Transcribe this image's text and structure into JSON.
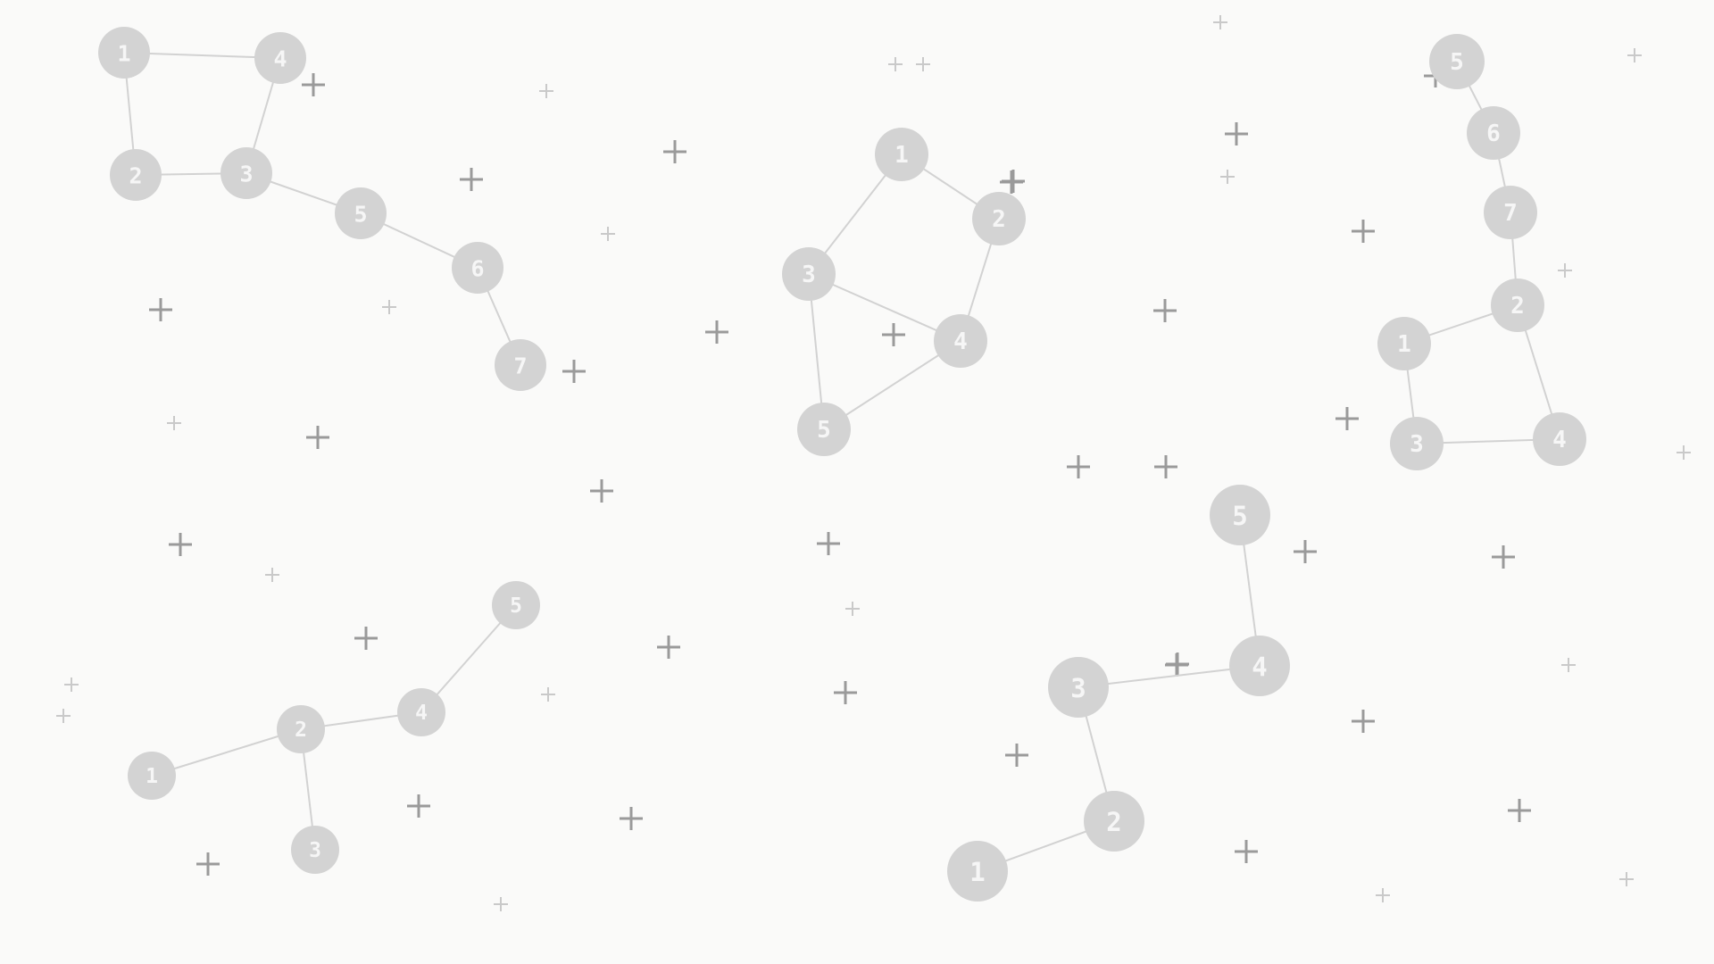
{
  "colors": {
    "background": "#fafaf9",
    "node": "#d3d3d3",
    "node_label": "#f6f6f6",
    "edge": "#d2d2d2",
    "star_dark": "#9a9a9a",
    "star_light": "#c9c9c9"
  },
  "constellations": [
    {
      "id": "top-left",
      "nodes": [
        {
          "label": "1"
        },
        {
          "label": "4"
        },
        {
          "label": "2"
        },
        {
          "label": "3"
        },
        {
          "label": "5"
        },
        {
          "label": "6"
        },
        {
          "label": "7"
        }
      ],
      "edges": [
        [
          0,
          1
        ],
        [
          0,
          2
        ],
        [
          2,
          3
        ],
        [
          1,
          3
        ],
        [
          3,
          4
        ],
        [
          4,
          5
        ],
        [
          5,
          6
        ]
      ]
    },
    {
      "id": "top-center",
      "nodes": [
        {
          "label": "1"
        },
        {
          "label": "2"
        },
        {
          "label": "3"
        },
        {
          "label": "4"
        },
        {
          "label": "5"
        }
      ],
      "edges": [
        [
          0,
          1
        ],
        [
          0,
          2
        ],
        [
          1,
          3
        ],
        [
          2,
          3
        ],
        [
          2,
          4
        ],
        [
          3,
          4
        ]
      ]
    },
    {
      "id": "top-right",
      "nodes": [
        {
          "label": "5"
        },
        {
          "label": "6"
        },
        {
          "label": "7"
        },
        {
          "label": "2"
        },
        {
          "label": "1"
        },
        {
          "label": "3"
        },
        {
          "label": "4"
        }
      ],
      "edges": [
        [
          0,
          1
        ],
        [
          1,
          2
        ],
        [
          2,
          3
        ],
        [
          3,
          4
        ],
        [
          4,
          5
        ],
        [
          5,
          6
        ],
        [
          6,
          3
        ]
      ]
    },
    {
      "id": "bottom-left",
      "nodes": [
        {
          "label": "1"
        },
        {
          "label": "2"
        },
        {
          "label": "3"
        },
        {
          "label": "4"
        },
        {
          "label": "5"
        }
      ],
      "edges": [
        [
          0,
          1
        ],
        [
          1,
          2
        ],
        [
          1,
          3
        ],
        [
          3,
          4
        ]
      ]
    },
    {
      "id": "bottom-center",
      "nodes": [
        {
          "label": "5"
        },
        {
          "label": "4"
        },
        {
          "label": "3"
        },
        {
          "label": "2"
        },
        {
          "label": "1"
        }
      ],
      "edges": [
        [
          0,
          1
        ],
        [
          1,
          2
        ],
        [
          2,
          3
        ],
        [
          3,
          4
        ]
      ]
    }
  ],
  "stars": {
    "count_dark": 37,
    "count_light": 21
  }
}
